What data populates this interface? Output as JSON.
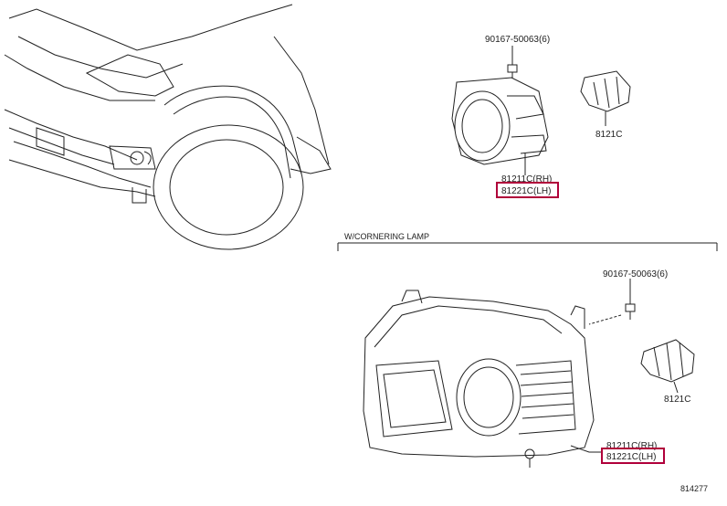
{
  "upper_section": {
    "bolt_label": "90167-50063(6)",
    "bulb_label": "8121C",
    "rh_label": "81211C(RH)",
    "lh_label": "81221C(LH)"
  },
  "lower_section": {
    "header": "W/CORNERING LAMP",
    "bolt_label": "90167-50063(6)",
    "bulb_label": "8121C",
    "rh_label": "81211C(RH)",
    "lh_label": "81221C(LH)"
  },
  "figure_id": "814277",
  "highlight_color": "#b0003a"
}
